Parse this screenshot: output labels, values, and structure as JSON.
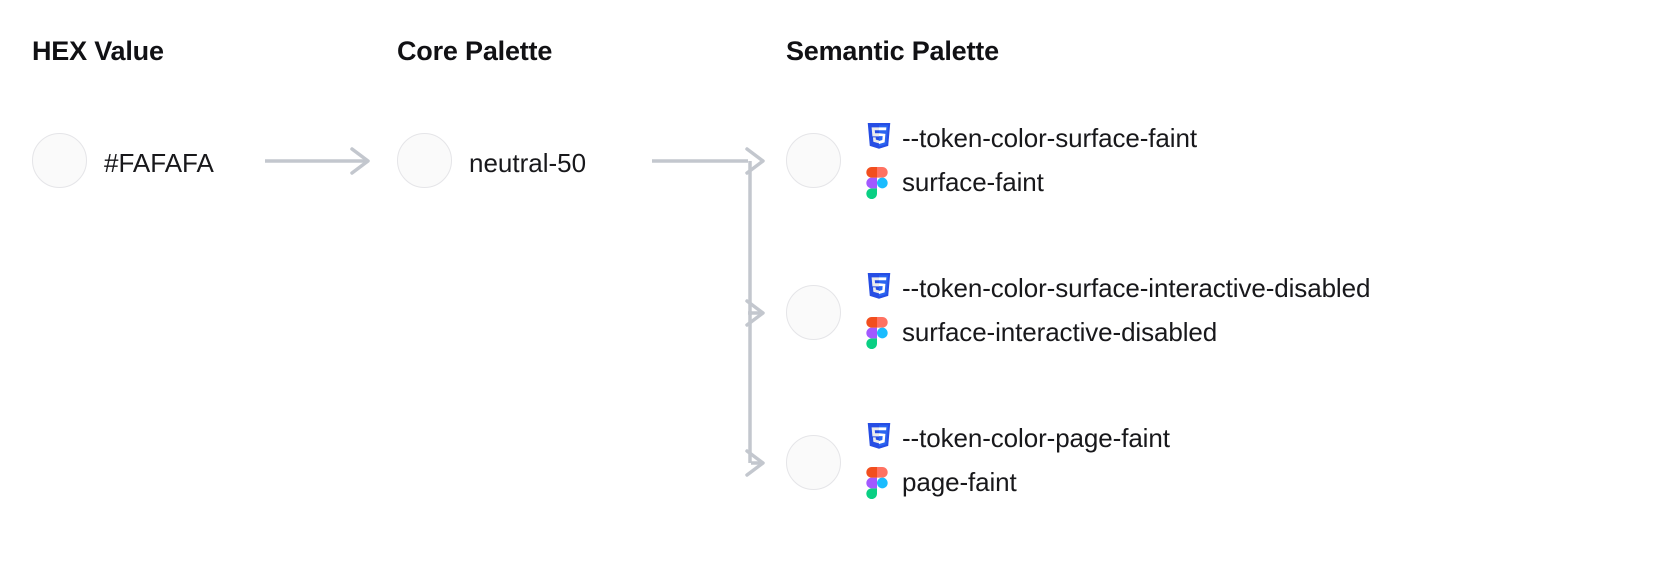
{
  "columns": [
    {
      "title": "HEX Value"
    },
    {
      "title": "Core Palette"
    },
    {
      "title": "Semantic Palette"
    }
  ],
  "swatch_color": "#FAFAFA",
  "hex": {
    "label": "#FAFAFA",
    "swatch": "#FAFAFA"
  },
  "core": {
    "label": "neutral-50",
    "swatch": "#FAFAFA"
  },
  "semantic": [
    {
      "swatch": "#FAFAFA",
      "css_token": "--token-color-surface-faint",
      "figma_token": "surface-faint"
    },
    {
      "swatch": "#FAFAFA",
      "css_token": "--token-color-surface-interactive-disabled",
      "figma_token": "surface-interactive-disabled"
    },
    {
      "swatch": "#FAFAFA",
      "css_token": "--token-color-page-faint",
      "figma_token": "page-faint"
    }
  ],
  "icons": {
    "css3": "css3-icon",
    "figma": "figma-icon",
    "arrow": "arrow-right-icon"
  },
  "colors": {
    "connector": "#c3c7ce",
    "swatch_border": "#e5e5e8",
    "text": "#18181b",
    "css3_blue": "#264DE4",
    "css3_blue_light": "#2965F1",
    "figma_orange": "#F24E1E",
    "figma_red": "#FF7262",
    "figma_purple": "#A259FF",
    "figma_blue": "#1ABCFE",
    "figma_green": "#0ACF83"
  }
}
